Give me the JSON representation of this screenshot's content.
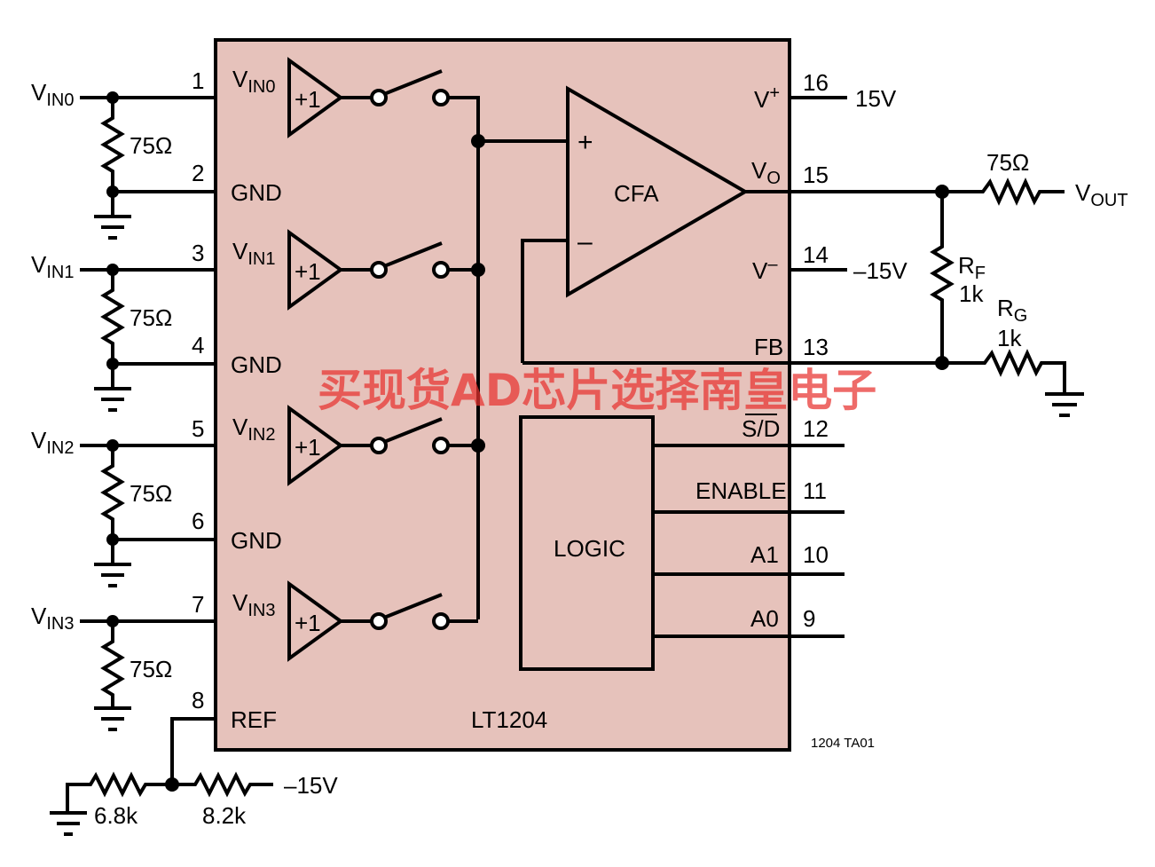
{
  "chip": {
    "name": "LT1204",
    "opamp_label": "CFA",
    "logic_label": "LOGIC",
    "buffer_gain": "+1",
    "plus_sign": "+",
    "minus_sign": "–",
    "body_color": "#e6c2bb",
    "drawing_code": "1204 TA01"
  },
  "inputs": [
    {
      "name_main": "V",
      "name_sub": "IN0",
      "pin_in": "1",
      "pin_gnd": "2",
      "gnd_label": "GND",
      "resistor": "75Ω"
    },
    {
      "name_main": "V",
      "name_sub": "IN1",
      "pin_in": "3",
      "pin_gnd": "4",
      "gnd_label": "GND",
      "resistor": "75Ω"
    },
    {
      "name_main": "V",
      "name_sub": "IN2",
      "pin_in": "5",
      "pin_gnd": "6",
      "gnd_label": "GND",
      "resistor": "75Ω"
    },
    {
      "name_main": "V",
      "name_sub": "IN3",
      "pin_in": "7",
      "pin_gnd": null,
      "gnd_label": null,
      "resistor": "75Ω"
    }
  ],
  "right_pins": {
    "vplus": {
      "label": "V",
      "sup": "+",
      "pin": "16",
      "supply": "15V"
    },
    "vo": {
      "label": "V",
      "sub": "O",
      "pin": "15"
    },
    "vminus": {
      "label": "V",
      "sup": "–",
      "pin": "14",
      "supply": "–15V"
    },
    "fb": {
      "label": "FB",
      "pin": "13"
    },
    "sd": {
      "label": "S/D",
      "pin": "12"
    },
    "enable": {
      "label": "ENABLE",
      "pin": "11"
    },
    "a1": {
      "label": "A1",
      "pin": "10"
    },
    "a0": {
      "label": "A0",
      "pin": "9"
    }
  },
  "ref": {
    "label": "REF",
    "pin": "8",
    "r_left": "6.8k",
    "r_right": "8.2k",
    "supply": "–15V"
  },
  "output": {
    "r_out": "75Ω",
    "vout_main": "V",
    "vout_sub": "OUT",
    "rf_main": "R",
    "rf_sub": "F",
    "rf_value": "1k",
    "rg_main": "R",
    "rg_sub": "G",
    "rg_value": "1k"
  },
  "watermark": "买现货AD芯片选择南皇电子"
}
